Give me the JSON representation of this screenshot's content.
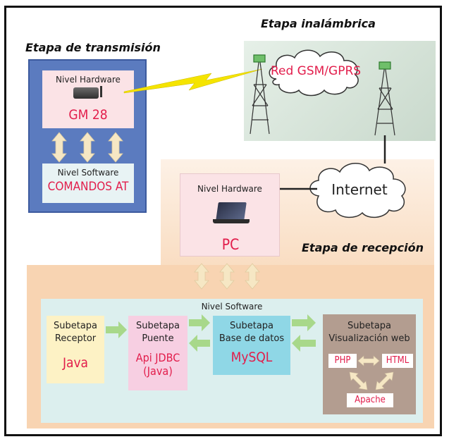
{
  "stages": {
    "transmission": "Etapa de transmisión",
    "wireless": "Etapa inalámbrica",
    "reception": "Etapa de recepción"
  },
  "transmission": {
    "hw_label": "Nivel Hardware",
    "hw_device": "GM 28",
    "sw_label": "Nivel Software",
    "sw_value": "COMANDOS AT"
  },
  "wireless": {
    "network": "Red GSM/GPRS",
    "internet": "Internet"
  },
  "reception": {
    "hw_label": "Nivel Hardware",
    "hw_device": "PC",
    "sw_label": "Nivel Software",
    "receptor": {
      "line1": "Subetapa",
      "line2": "Receptor",
      "value": "Java"
    },
    "bridge": {
      "line1": "Subetapa",
      "line2": "Puente",
      "value1": "Api JDBC",
      "value2": "(Java)"
    },
    "database": {
      "line1": "Subetapa",
      "line2": "Base de datos",
      "value": "MySQL"
    },
    "web": {
      "line1": "Subetapa",
      "line2": "Visualización web",
      "php": "PHP",
      "html": "HTML",
      "apache": "Apache"
    }
  },
  "colors": {
    "transmission_bg": "#5b7bbf",
    "pink_box": "#fbe3e6",
    "red_text": "#e21d4b",
    "reception_bg": "#f8d4b2",
    "software_panel": "#dcefee",
    "receptor_box": "#fdf2c5",
    "bridge_box": "#f7cfe2",
    "database_box": "#8fd7e6",
    "web_box": "#b39d90",
    "arrow_green": "#a8d88a",
    "arrow_cream": "#f6e7c4",
    "lightning": "#f5e400"
  }
}
